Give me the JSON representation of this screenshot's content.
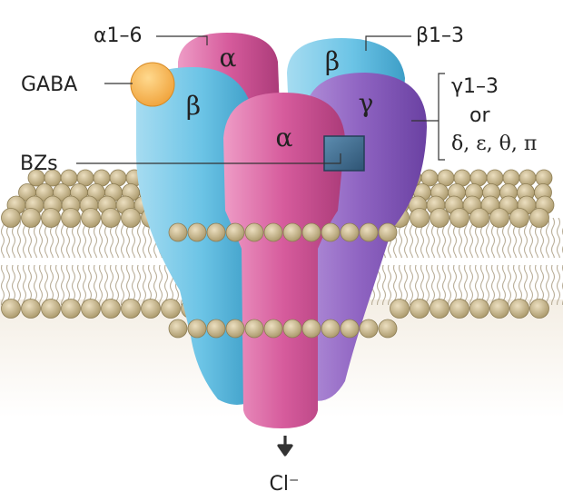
{
  "labels": {
    "alpha_top_callout": "α1–6",
    "beta_top_callout": "β1–3",
    "gaba": "GABA",
    "bzs": "BZs",
    "gamma_callout": "γ1–3",
    "or_text": "or",
    "alt_subunits": "δ, ε, θ, π",
    "ion": "Cl⁻"
  },
  "subunits": {
    "alpha_back": "α",
    "beta_back": "β",
    "beta_left": "β",
    "gamma": "γ",
    "alpha_front": "α"
  },
  "colors": {
    "alpha": "#d65b9c",
    "beta": "#6cc4e6",
    "gamma": "#8f64c2",
    "gaba_ball": "#f7b450",
    "bz_box": "#3d6b8d",
    "head_group": "#c9b990",
    "membrane_shade": "#efe8dc"
  }
}
